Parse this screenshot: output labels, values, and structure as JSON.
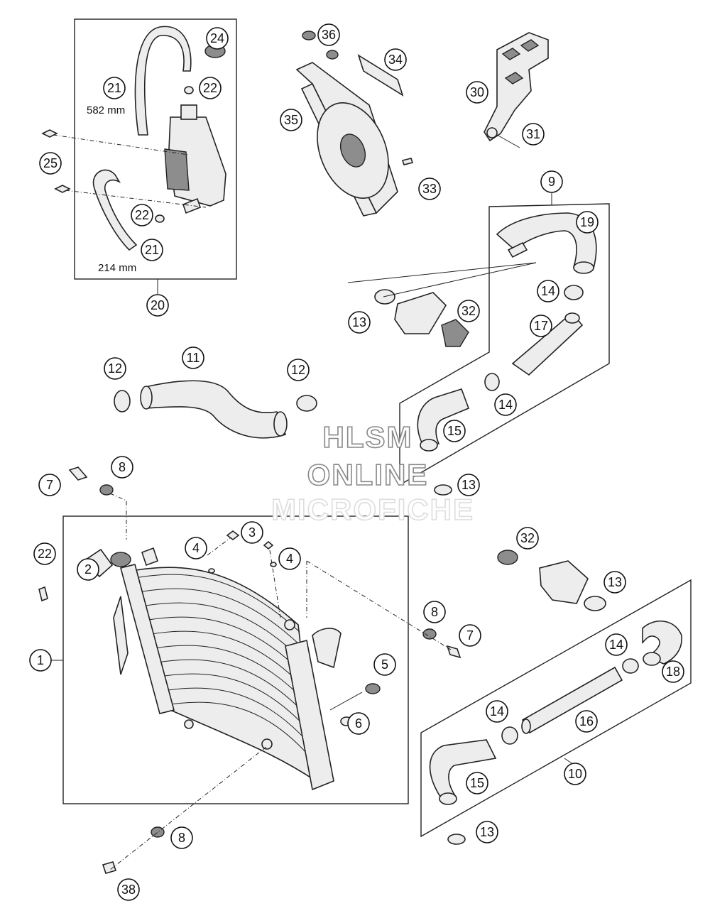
{
  "diagram": {
    "callouts": [
      "1",
      "2",
      "3",
      "4",
      "5",
      "6",
      "7",
      "8",
      "9",
      "10",
      "11",
      "12",
      "13",
      "14",
      "15",
      "16",
      "17",
      "18",
      "19",
      "20",
      "21",
      "22",
      "24",
      "25",
      "30",
      "31",
      "32",
      "33",
      "34",
      "35",
      "36",
      "38"
    ],
    "dimensions": {
      "hose_long": "582 mm",
      "hose_short": "214 mm"
    }
  },
  "watermark": {
    "line1": "HLSM",
    "line2": "ONLINE",
    "line3": "MICROFICHE"
  },
  "colors": {
    "line": "#222222",
    "background": "#ffffff",
    "watermark_stroke": "#888888"
  }
}
